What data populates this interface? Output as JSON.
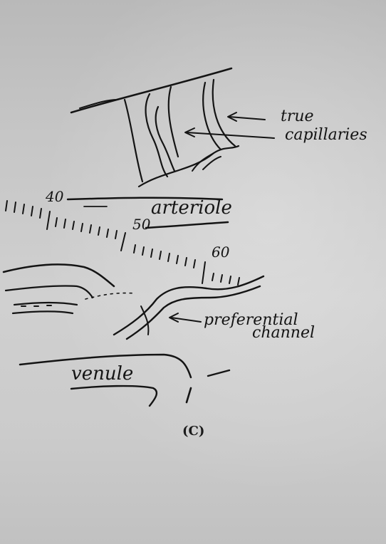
{
  "labels": {
    "true_capillaries_line1": "true",
    "true_capillaries_line2": "capillaries",
    "arteriole": "arteriole",
    "preferential_line1": "preferential",
    "preferential_line2": "channel",
    "venule": "venule",
    "caption": "(C)"
  },
  "scale_marks": {
    "mark_40": "40",
    "mark_50": "50",
    "mark_60": "60"
  },
  "colors": {
    "paper": "#c8c8c8",
    "ink": "#141414"
  }
}
